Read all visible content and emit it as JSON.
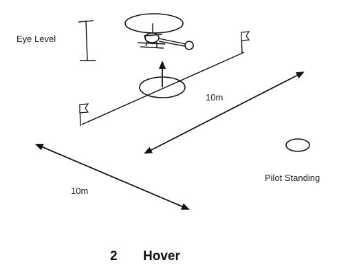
{
  "labels": {
    "eye_level": "Eye Level",
    "distance_right": "10m",
    "distance_left": "10m",
    "pilot": "Pilot Standing"
  },
  "caption": {
    "number": "2",
    "title": "Hover"
  },
  "icons": {
    "helicopter": "helicopter-icon",
    "flag": "flag-icon",
    "pilot_marker": "pilot-position-icon",
    "arrow": "up-arrow-icon"
  }
}
